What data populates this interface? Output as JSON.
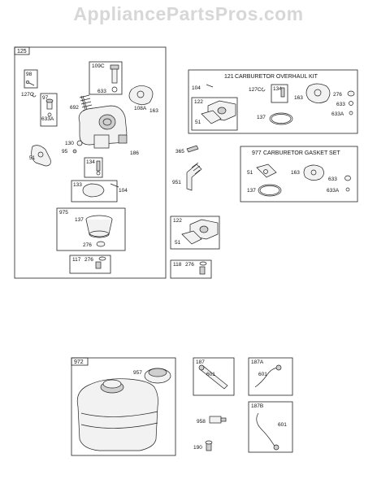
{
  "watermark": "AppliancePartsPros.com",
  "groups": {
    "carb_assembly": "125",
    "overhaul_kit_num": "121",
    "overhaul_kit_title": "CARBURETOR OVERHAUL KIT",
    "gasket_set_num": "977",
    "gasket_set_title": "CARBURETOR GASKET SET",
    "fuel_tank": "972"
  },
  "labels": {
    "p98": "98",
    "p127c": "127C",
    "p97": "97",
    "p633a": "633A",
    "p692": "692",
    "p109c": "109C",
    "p633": "633",
    "p163": "163",
    "p108a": "108A",
    "p130": "130",
    "p95": "95",
    "p51": "51",
    "p186": "186",
    "p134": "134",
    "p133": "133",
    "p104": "104",
    "p975": "975",
    "p137": "137",
    "p276": "276",
    "p117": "117",
    "k104": "104",
    "k127c": "127C",
    "k134": "134",
    "k163": "163",
    "k276": "276",
    "k633": "633",
    "k633a": "633A",
    "k122": "122",
    "k51": "51",
    "k137": "137",
    "p365": "365",
    "p951": "951",
    "g51": "51",
    "g163": "163",
    "g137": "137",
    "g633": "633",
    "g633a": "633A",
    "s122": "122",
    "s51": "51",
    "s118": "118",
    "s276": "276",
    "t957": "957",
    "h187": "187",
    "h601": "601",
    "h187a": "187A",
    "h601a": "601",
    "h187b": "187B",
    "h601b": "601",
    "p958": "958",
    "p190": "190"
  }
}
